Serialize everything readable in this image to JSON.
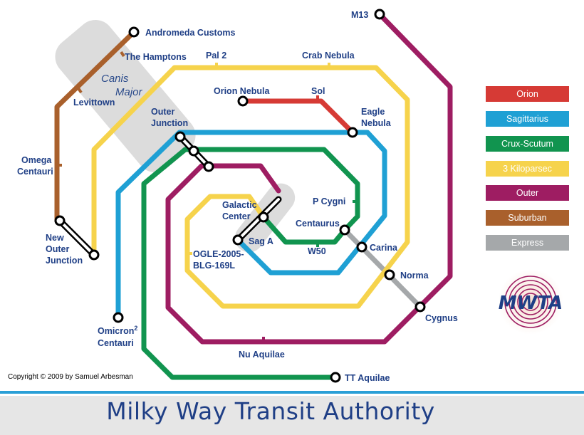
{
  "title": "Milky Way Transit Authority",
  "copyright": "Copyright © 2009 by Samuel Arbesman",
  "logo_text": "MWTA",
  "region_label": [
    "Canis",
    "Major"
  ],
  "lines": [
    {
      "id": "orion",
      "name": "Orion",
      "color": "#d63a35"
    },
    {
      "id": "sagittarius",
      "name": "Sagittarius",
      "color": "#1fa0d4"
    },
    {
      "id": "crux-scutum",
      "name": "Crux-Scutum",
      "color": "#11944f"
    },
    {
      "id": "3-kiloparsec",
      "name": "3 Kiloparsec",
      "color": "#f6d34c"
    },
    {
      "id": "outer",
      "name": "Outer",
      "color": "#9e1d62"
    },
    {
      "id": "suburban",
      "name": "Suburban",
      "color": "#a9602c"
    },
    {
      "id": "express",
      "name": "Express",
      "color": "#a5a8aa"
    }
  ],
  "stations": {
    "andromeda_customs": "Andromeda Customs",
    "the_hamptons": "The Hamptons",
    "levittown": "Levittown",
    "omega_centauri": [
      "Omega",
      "Centauri"
    ],
    "new_outer_junction": [
      "New",
      "Outer",
      "Junction"
    ],
    "pal2": "Pal 2",
    "crab_nebula": "Crab Nebula",
    "m13": "M13",
    "orion_nebula": "Orion Nebula",
    "sol": "Sol",
    "eagle_nebula": [
      "Eagle",
      "Nebula"
    ],
    "outer_junction": [
      "Outer",
      "Junction"
    ],
    "galactic_center": [
      "Galactic",
      "Center"
    ],
    "sag_a": "Sag A",
    "p_cygni": "P Cygni",
    "centaurus": "Centaurus",
    "w50": "W50",
    "carina": "Carina",
    "norma": "Norma",
    "cygnus": "Cygnus",
    "ogle": [
      "OGLE-2005-",
      "BLG-169L"
    ],
    "omicron2_centauri": [
      "Omicron",
      "2",
      "Centauri"
    ],
    "nu_aquilae": "Nu Aquilae",
    "tt_aquilae": "TT Aquilae"
  }
}
